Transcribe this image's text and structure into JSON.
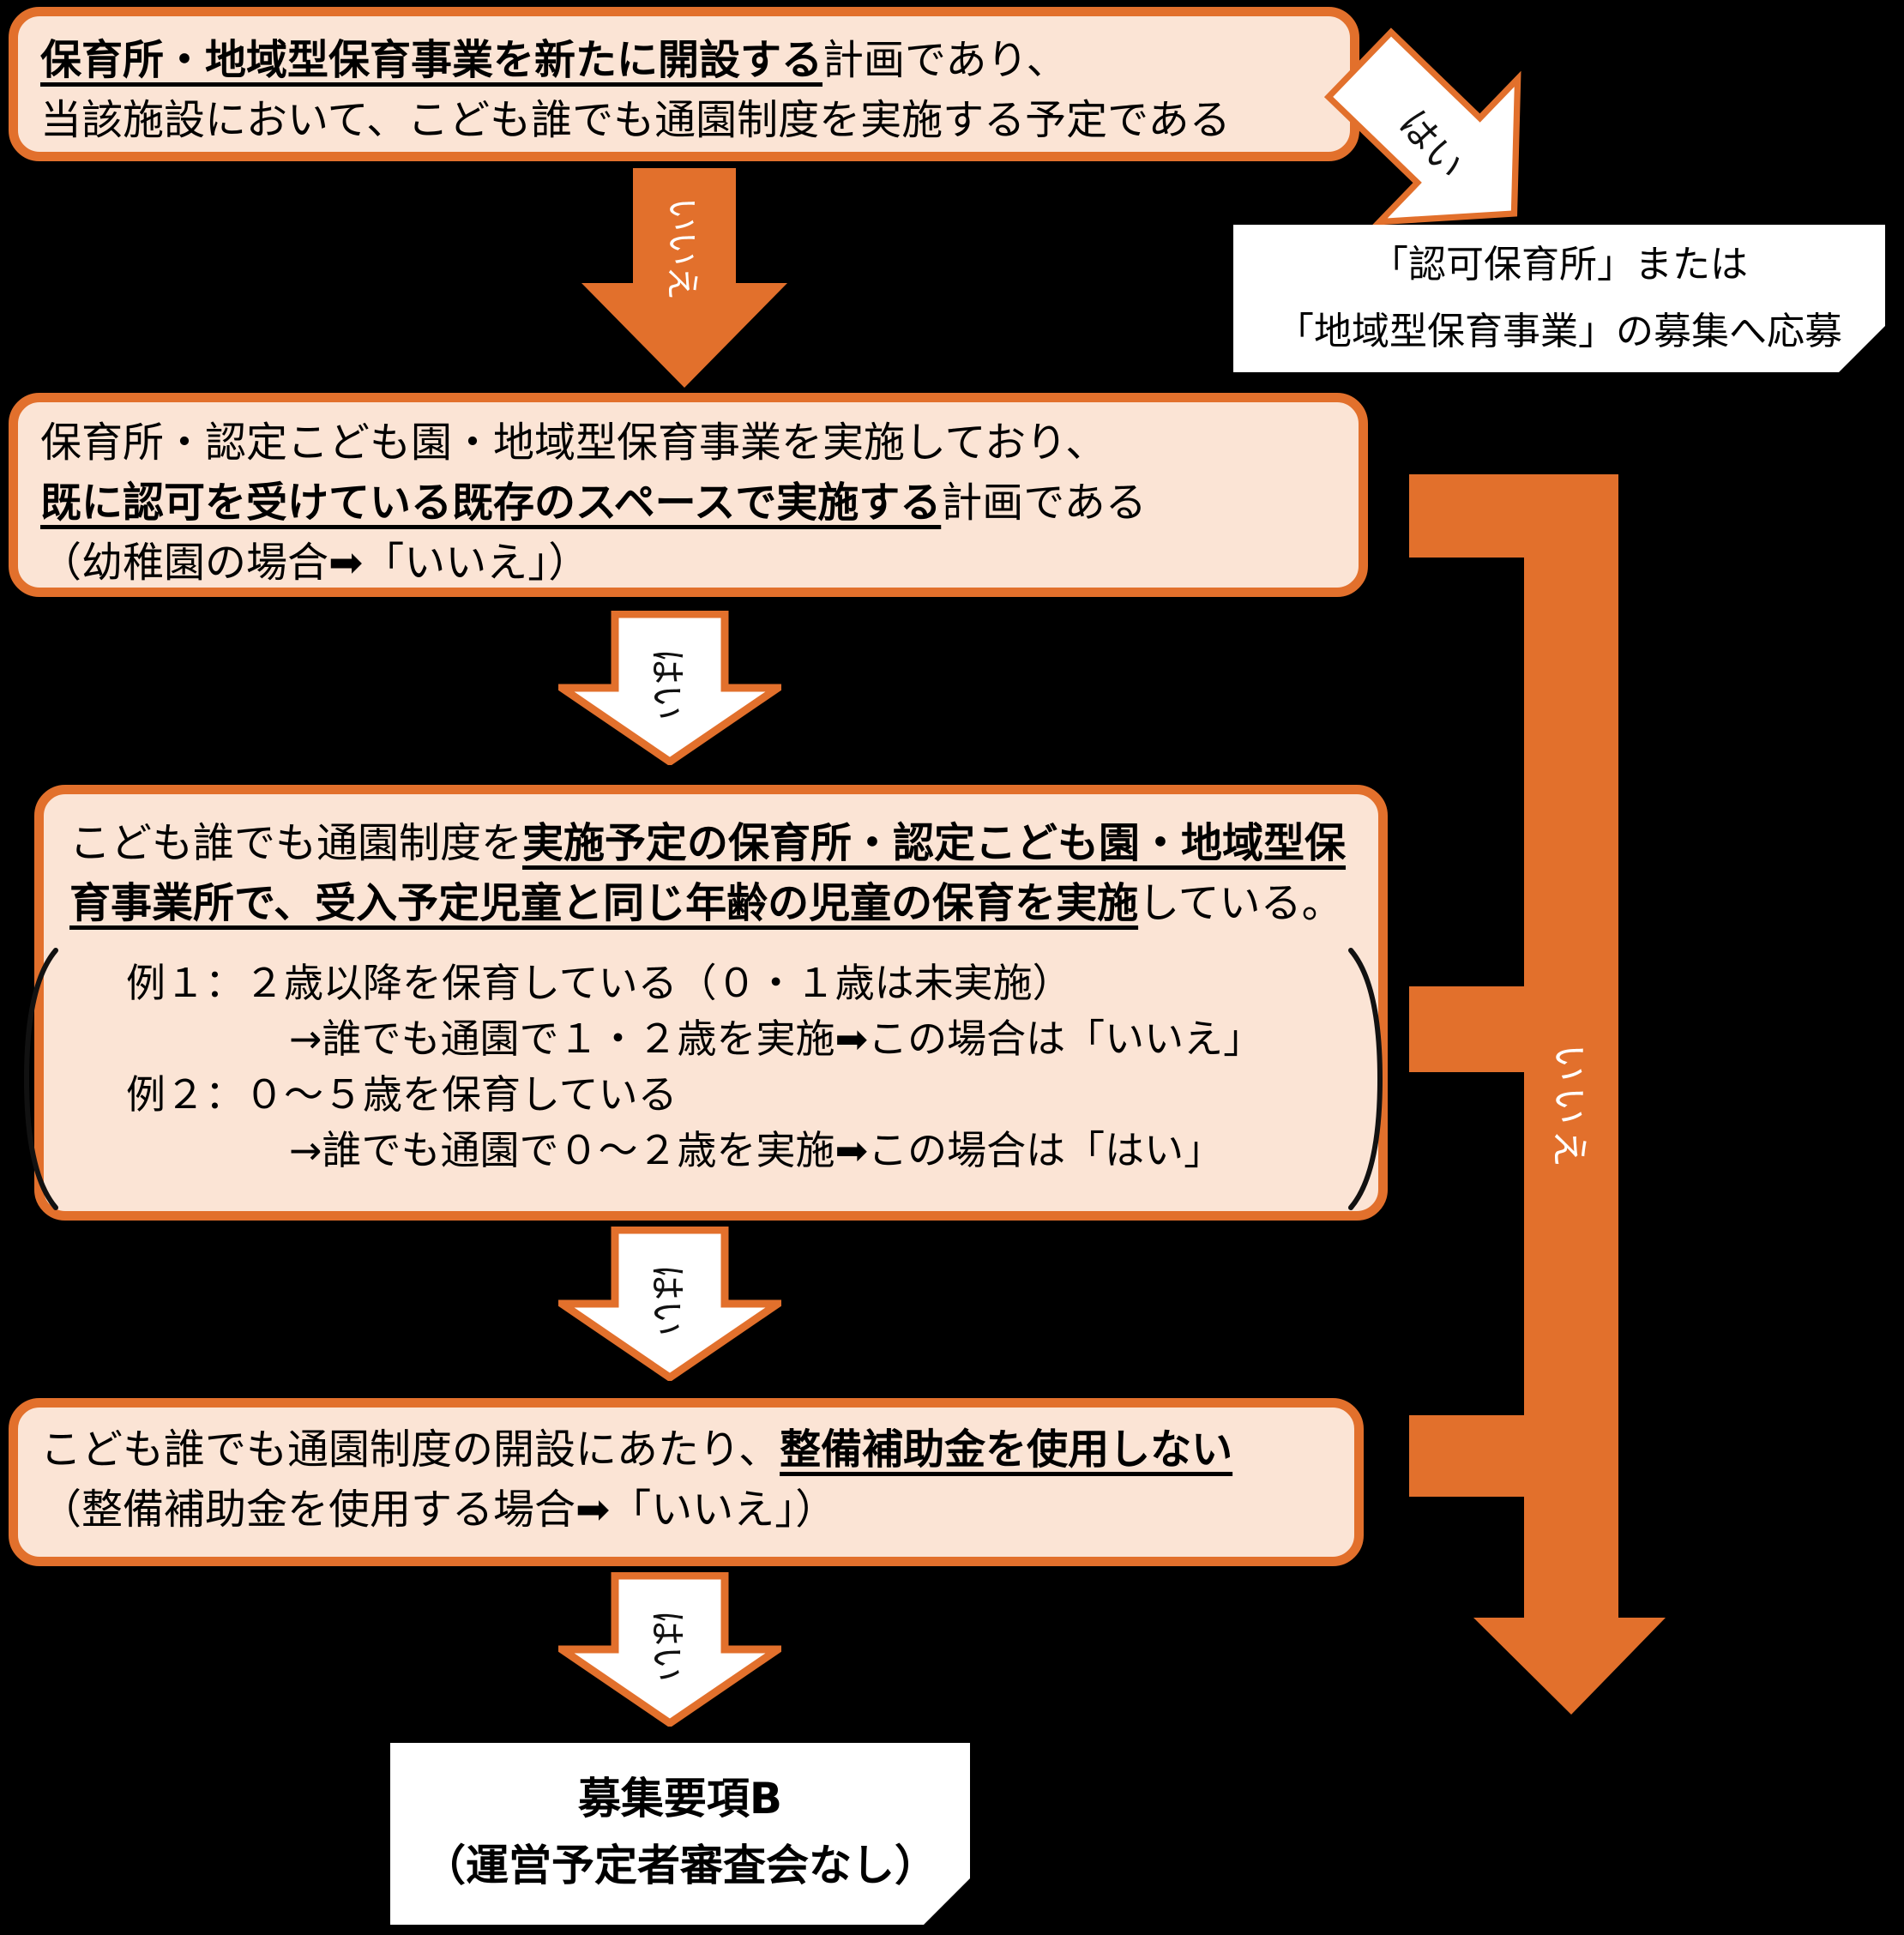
{
  "labels": {
    "yes": "はい",
    "no": "いいえ"
  },
  "colors": {
    "orange": "#e2702c",
    "peach": "#fbe4d5",
    "background": "#000000",
    "text": "#000000",
    "white": "#ffffff"
  },
  "boxes": {
    "q1": {
      "line1_em": "保育所・地域型保育事業を新たに開設する",
      "line1_rest": "計画であり、",
      "line2": "当該施設において、こども誰でも通園制度を実施する予定である"
    },
    "apply": {
      "line1": "「認可保育所」または",
      "line2": "「地域型保育事業」の募集へ応募"
    },
    "q2": {
      "line1": "保育所・認定こども園・地域型保育事業を実施しており、",
      "line2_em": "既に認可を受けている既存のスペースで実施する",
      "line2_rest": "計画である",
      "line3": "（幼稚園の場合➡「いいえ」）"
    },
    "q3": {
      "line1_pre": "こども誰でも通園制度を",
      "line1_em": "実施予定の保育所・認定こども園・地域型保",
      "line2_em": "育事業所で、受入予定児童と同じ年齢の児童の保育を実施",
      "line2_rest": "している。",
      "example1_line1": "例１：２歳以降を保育している（０・１歳は未実施）",
      "example1_line2": "→誰でも通園で１・２歳を実施➡この場合は「いいえ」",
      "example2_line1": "例２：０～５歳を保育している",
      "example2_line2": "→誰でも通園で０～２歳を実施➡この場合は「はい」"
    },
    "q4": {
      "line1_pre": "こども誰でも通園制度の開設にあたり、",
      "line1_em": "整備補助金を使用しない",
      "line2": "（整備補助金を使用する場合➡「いいえ」）"
    },
    "result": {
      "line1": "募集要項B",
      "line2": "（運営予定者審査会なし）"
    }
  }
}
